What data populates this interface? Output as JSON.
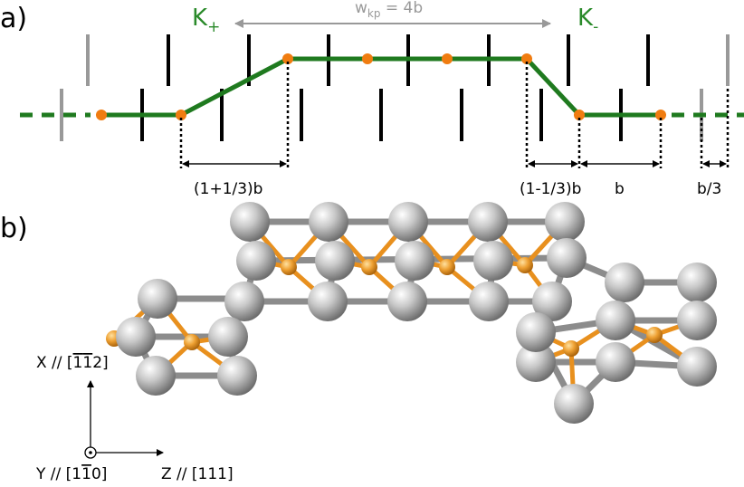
{
  "panel_a": {
    "tag": "a)",
    "k_plus": {
      "main": "K",
      "sub": "+"
    },
    "k_minus": {
      "main": "K",
      "sub": "-"
    },
    "width": {
      "prefix": "w",
      "sub": "kp",
      "suffix": " = 4b"
    },
    "dims": [
      "(1+1/3)b",
      "(1-1/3)b",
      "b",
      "b/3"
    ]
  },
  "panel_b": {
    "tag": "b)",
    "axes": {
      "x": {
        "pre": "X // [",
        "bar1": "1",
        "bar2": "1",
        "post": "2]"
      },
      "y": {
        "pre": "Y // [1",
        "bar": "1",
        "post": "0]"
      },
      "z": {
        "text": "Z // [111]"
      }
    }
  },
  "colors": {
    "dislocation_line": "#1f7a1f",
    "kink_label": "#2a8a2a",
    "node": "#f07c10",
    "atom": "#a8a8a8",
    "core_atom": "#e89a2a",
    "arrow": "#999999"
  }
}
